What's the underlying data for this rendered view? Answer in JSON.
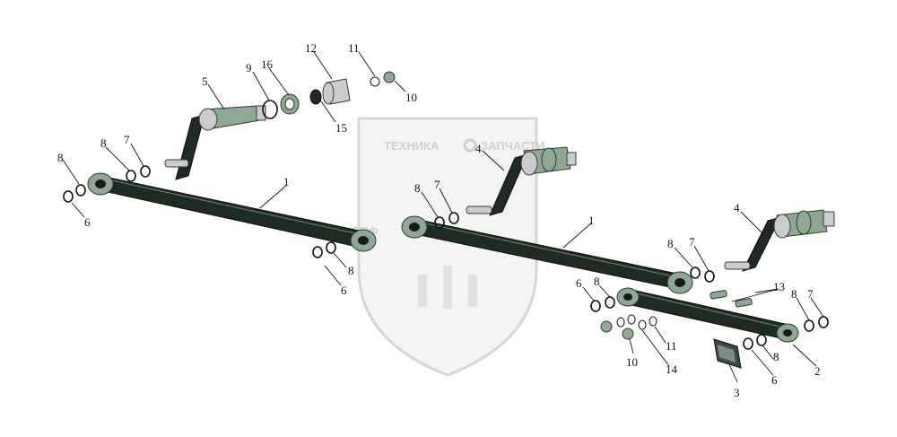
{
  "watermark": {
    "line1_left": "ТЕХНИКА",
    "line1_right": "ЗАПЧАСТИ",
    "letters": "ЭПФ"
  },
  "callouts": [
    {
      "id": "c1a",
      "text": "1"
    },
    {
      "id": "c1b",
      "text": "1"
    },
    {
      "id": "c2",
      "text": "2"
    },
    {
      "id": "c3",
      "text": "3"
    },
    {
      "id": "c4a",
      "text": "4"
    },
    {
      "id": "c4b",
      "text": "4"
    },
    {
      "id": "c5",
      "text": "5"
    },
    {
      "id": "c6a",
      "text": "6"
    },
    {
      "id": "c6b",
      "text": "6"
    },
    {
      "id": "c6c",
      "text": "6"
    },
    {
      "id": "c6d",
      "text": "6"
    },
    {
      "id": "c7a",
      "text": "7"
    },
    {
      "id": "c7b",
      "text": "7"
    },
    {
      "id": "c7c",
      "text": "7"
    },
    {
      "id": "c7d",
      "text": "7"
    },
    {
      "id": "c8a",
      "text": "8"
    },
    {
      "id": "c8b",
      "text": "8"
    },
    {
      "id": "c8c",
      "text": "8"
    },
    {
      "id": "c8d",
      "text": "8"
    },
    {
      "id": "c8e",
      "text": "8"
    },
    {
      "id": "c8f",
      "text": "8"
    },
    {
      "id": "c8g",
      "text": "8"
    },
    {
      "id": "c8h",
      "text": "8"
    },
    {
      "id": "c9",
      "text": "9"
    },
    {
      "id": "c10a",
      "text": "10"
    },
    {
      "id": "c10b",
      "text": "10"
    },
    {
      "id": "c11a",
      "text": "11"
    },
    {
      "id": "c11b",
      "text": "11"
    },
    {
      "id": "c12",
      "text": "12"
    },
    {
      "id": "c13",
      "text": "13"
    },
    {
      "id": "c14",
      "text": "14"
    },
    {
      "id": "c15",
      "text": "15"
    },
    {
      "id": "c16",
      "text": "16"
    }
  ]
}
